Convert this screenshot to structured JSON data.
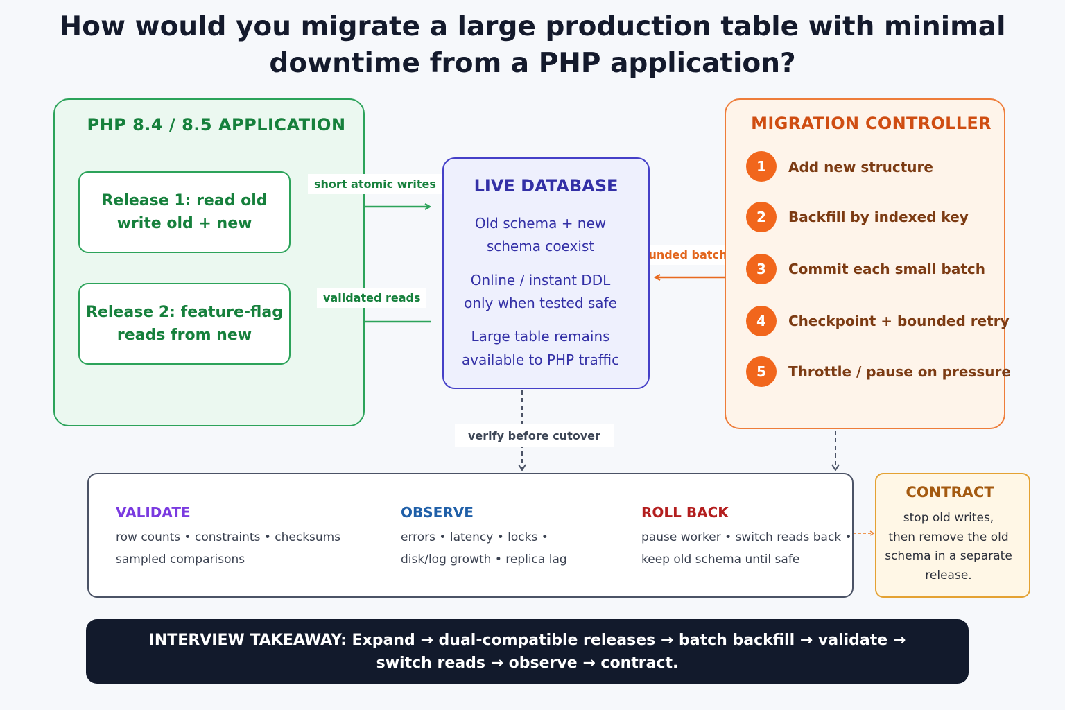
{
  "title": {
    "line1": "How would you migrate a large production table with minimal",
    "line2": "downtime from a PHP application?"
  },
  "app": {
    "title": "PHP 8.4 / 8.5 APPLICATION",
    "release1": {
      "line1": "Release 1: read old",
      "line2": "write old + new"
    },
    "release2": {
      "line1": "Release 2: feature-flag",
      "line2": "reads from new"
    }
  },
  "edges": {
    "writes": "short atomic writes",
    "reads": "validated reads",
    "batch": "bounded batch SQL",
    "verify": "verify before cutover"
  },
  "database": {
    "title": "LIVE DATABASE",
    "lines": [
      "Old schema + new",
      "schema coexist",
      "Online / instant DDL",
      "only when tested safe",
      "Large table remains",
      "available to PHP traffic"
    ]
  },
  "controller": {
    "title": "MIGRATION CONTROLLER",
    "steps": [
      {
        "num": "1",
        "label": "Add new structure"
      },
      {
        "num": "2",
        "label": "Backfill by indexed key"
      },
      {
        "num": "3",
        "label": "Commit each small batch"
      },
      {
        "num": "4",
        "label": "Checkpoint + bounded retry"
      },
      {
        "num": "5",
        "label": "Throttle / pause on pressure"
      }
    ]
  },
  "checks": {
    "validate": {
      "title": "VALIDATE",
      "line1": "row counts • constraints • checksums",
      "line2": "sampled comparisons"
    },
    "observe": {
      "title": "OBSERVE",
      "line1": "errors • latency • locks •",
      "line2": "disk/log growth • replica lag"
    },
    "rollback": {
      "title": "ROLL BACK",
      "line1": "pause worker • switch reads back •",
      "line2": "keep old schema until safe"
    }
  },
  "contract": {
    "title": "CONTRACT",
    "lines": [
      "stop old writes,",
      "then remove the old",
      "schema in a separate",
      "release."
    ]
  },
  "takeaway": {
    "line1": "INTERVIEW TAKEAWAY: Expand → dual-compatible releases → batch backfill → validate →",
    "line2": "switch reads → observe → contract."
  },
  "colors": {
    "app_green": "#16803c",
    "db_indigo": "#3330a6",
    "controller_orange": "#f1661c",
    "validate_purple": "#7a3ae0",
    "observe_blue": "#1f5fa8",
    "rollback_red": "#b31e1e",
    "contract_amber": "#a45a10",
    "takeaway_bg": "#121a2c"
  }
}
